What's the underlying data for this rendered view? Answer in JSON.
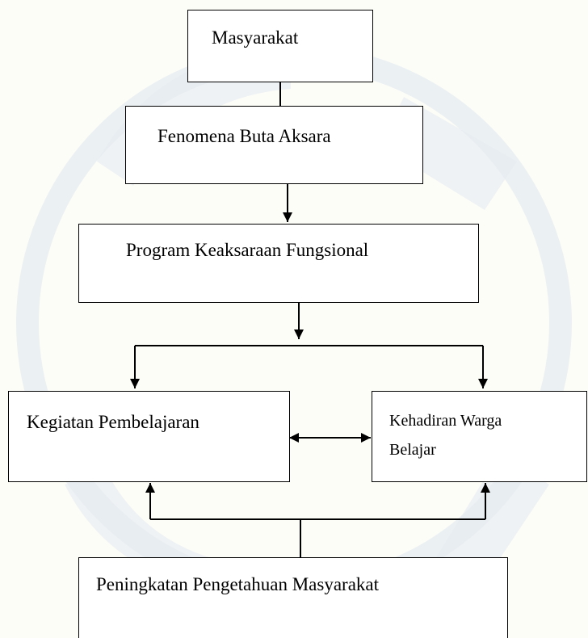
{
  "diagram": {
    "nodes": {
      "masyarakat": "Masyarakat",
      "fenomena": "Fenomena Buta Aksara",
      "program": "Program Keaksaraan Fungsional",
      "kegiatan": "Kegiatan Pembelajaran",
      "kehadiran_line1": "Kehadiran Warga",
      "kehadiran_line2": "Belajar",
      "peningkatan": "Peningkatan Pengetahuan Masyarakat"
    },
    "watermark_color": "#dfe6ef"
  }
}
